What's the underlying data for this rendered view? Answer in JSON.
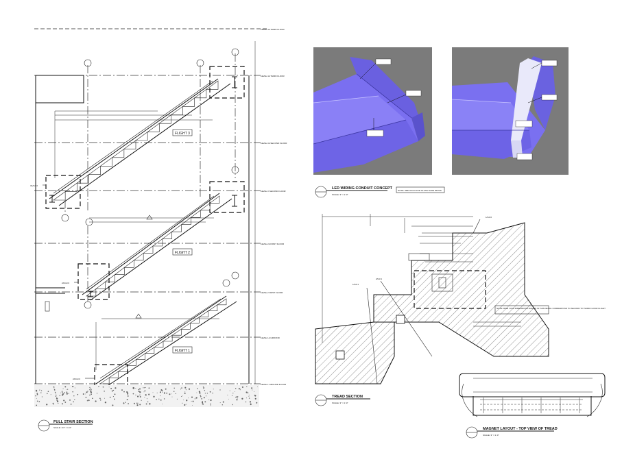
{
  "drawings": {
    "full_stair_section": {
      "title": "FULL STAIR SECTION",
      "scale": "SCALE: 1/4\" = 1'-0\"",
      "flights": [
        "FLIGHT 1",
        "FLIGHT 2",
        "FLIGHT 3"
      ],
      "level_labels": [
        "LEVEL 4A THIRD FLOOR",
        "LEVEL 4A THIRD FLOOR",
        "LEVEL 3A SECOND FLOOR",
        "LEVEL 3 SECOND FLOOR",
        "LEVEL 2A FIRST FLOOR",
        "LEVEL 2 FIRST FLOOR",
        "LEVEL 1A GROUND",
        "LEVEL 1 GROUND FLOOR"
      ],
      "detail_tags": [
        "3A/G3.0",
        "2A/G3.0",
        "2A/G3.0"
      ]
    },
    "led_wiring": {
      "title": "LED WIRING CONDUIT CONCEPT",
      "scale": "SCALE: 3\" = 1'-0\"",
      "note": "NOTE: SEE 2/G3.0 FOR GLASS SHOE DETAIL"
    },
    "tread_section": {
      "title": "TREAD SECTION",
      "scale": "SCALE: 3\" = 1'-0\"",
      "tags": [
        "1/G3.0",
        "2/G3.1",
        "1/G3.1"
      ],
      "note": "NOTE: RISE / RUN DIMENSIONS SHOWN IN THIS DETAIL CORRESPOND TO SECOND TO THIRD FLOOR FLIGHT"
    },
    "magnet_layout": {
      "title": "MAGNET LAYOUT - TOP VIEW OF TREAD",
      "scale": "SCALE: 3\" = 1'-0\""
    }
  },
  "colors": {
    "render_background": "#7a7a7a",
    "render_surface": "#7f74f0",
    "render_highlight": "#e8e8f8"
  }
}
